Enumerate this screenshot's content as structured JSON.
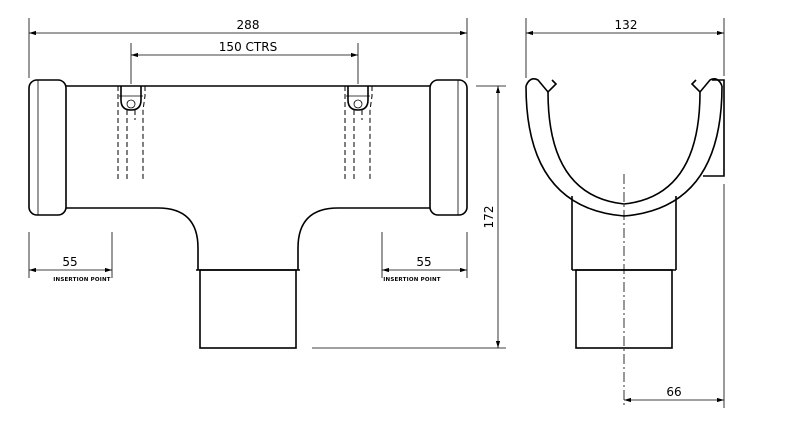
{
  "dimensions": {
    "overall_length": "288",
    "fixing_centres": "150 CTRS",
    "insertion_left": "55",
    "insertion_right": "55",
    "insertion_label_left": "INSERTION POINT",
    "insertion_label_right": "INSERTION POINT",
    "height": "172",
    "width": "132",
    "outlet_offset": "66"
  }
}
